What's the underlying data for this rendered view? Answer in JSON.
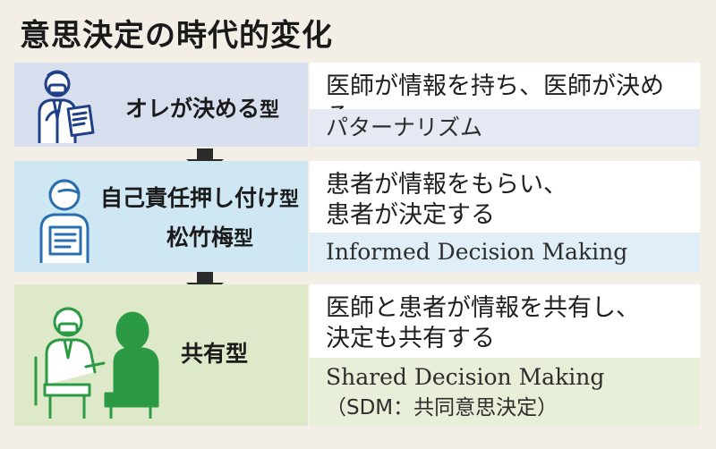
{
  "title": "意思決定の時代的変化",
  "rows": [
    {
      "label": "オレが決める",
      "label_suffix": "型",
      "description": "医師が情報を持ち、医師が決める",
      "term": "パターナリズム",
      "icon": "doctor-icon",
      "color": "#d7deee"
    },
    {
      "label": "自己責任押し付け",
      "label_suffix": "型",
      "label2": "松竹梅",
      "label2_suffix": "型",
      "description_line1": "患者が情報をもらい、",
      "description_line2": "患者が決定する",
      "term": "Informed Decision Making",
      "icon": "patient-icon",
      "color": "#cfe6f3"
    },
    {
      "label": "共有型",
      "description_line1": "医師と患者が情報を共有し、",
      "description_line2": "決定も共有する",
      "term_line1": "Shared Decision Making",
      "term_line2": "（SDM：共同意思決定）",
      "icon": "doctor-patient-icon",
      "color": "#dde9c8"
    }
  ],
  "colors": {
    "navy_line": "#1f3f86",
    "blue_line": "#2a6fb0",
    "green_line": "#2c9a45",
    "arrow": "#2a2a2a"
  }
}
